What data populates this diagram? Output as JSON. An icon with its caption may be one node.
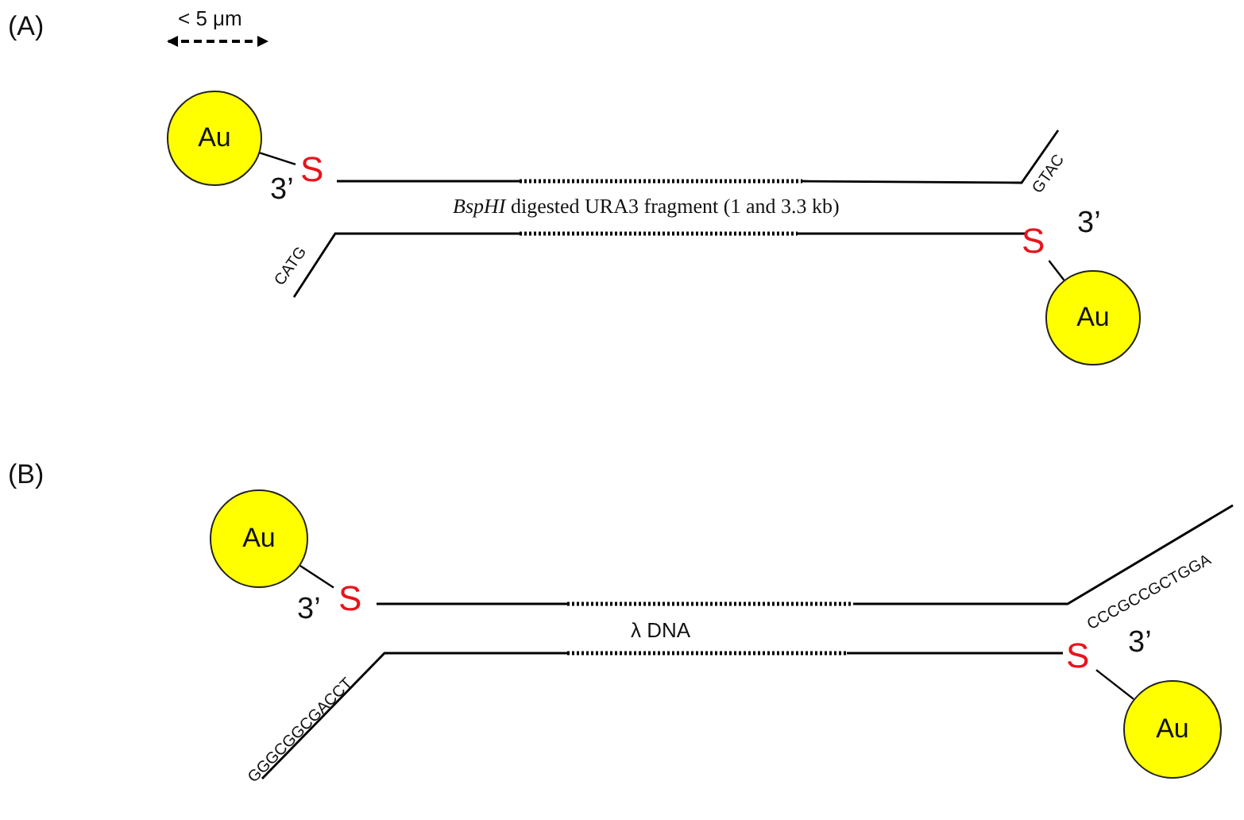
{
  "diagram": {
    "nodes": [
      {
        "text": [
          "Au"
        ]
      },
      {
        "text": [
          "S"
        ],
        "beside": [
          "3’"
        ]
      },
      {
        "text": [
          "S"
        ],
        "beside": [
          "3’"
        ]
      },
      {
        "text": [
          "Au"
        ]
      },
      {
        "text": [
          "Au"
        ]
      },
      {
        "text": [
          "S"
        ],
        "beside": [
          "3’"
        ]
      },
      {
        "text": [
          "S"
        ],
        "beside": [
          "3’"
        ]
      },
      {
        "text": [
          "Au"
        ]
      }
    ],
    "edges": [
      {
        "from": 0,
        "to": 1,
        "arrow": "none"
      },
      {
        "from": 3,
        "to": 2,
        "arrow": "none"
      },
      {
        "from": 4,
        "to": 5,
        "arrow": "none"
      },
      {
        "from": 7,
        "to": 6,
        "arrow": "none"
      }
    ],
    "labels": [
      "(A)",
      "< 5 μm",
      "GTAC",
      "*BspHI* digested URA3 fragment (1 and 3.3 kb)",
      "CATG",
      "(B)",
      "CCCGCCGCTGGA",
      "λ DNA",
      "GGGCGGCGACCT"
    ]
  }
}
